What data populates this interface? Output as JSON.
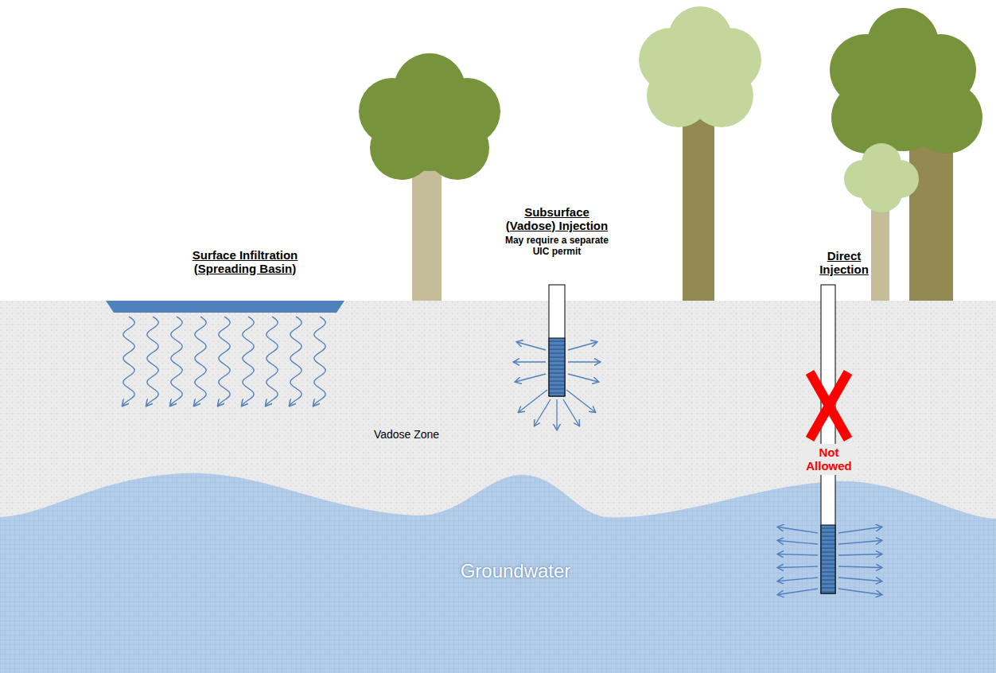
{
  "diagram": {
    "labels": [
      "Surface Infiltration (Spreading Basin)",
      "Subsurface (Vadose) Injection",
      "May require a separate UIC permit",
      "Direct Injection",
      "Not Allowed",
      "Vadose Zone",
      "Groundwater"
    ]
  }
}
